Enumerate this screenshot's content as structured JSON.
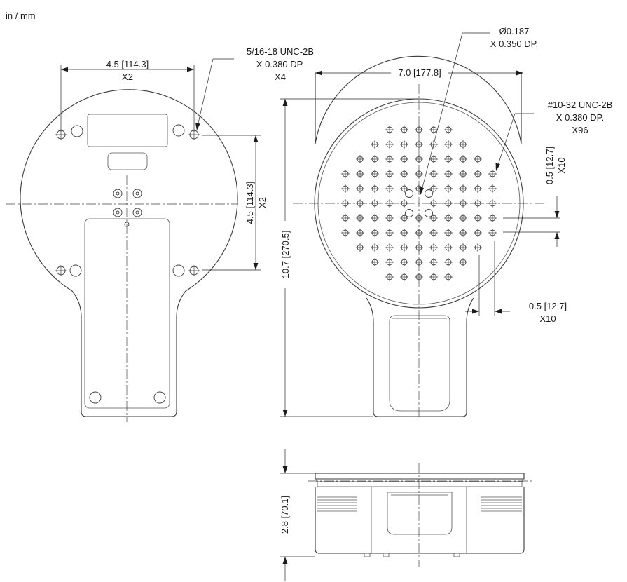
{
  "units_label": "in / mm",
  "front_view": {
    "bolt_spacing_h": "4.5 [114.3]",
    "bolt_spacing_h_count": "X2",
    "thread_line1": "5/16-18 UNC-2B",
    "thread_line2": "X 0.380 DP.",
    "thread_count": "X4",
    "bolt_spacing_v": "4.5 [114.3]",
    "bolt_spacing_v_count": "X2"
  },
  "top_view": {
    "width": "7.0 [177.8]",
    "height": "10.7 [270.5]",
    "pin_line1": "Ø0.187",
    "pin_line2": "X 0.350 DP.",
    "grid_line1": "#10-32 UNC-2B",
    "grid_line2": "X 0.380 DP.",
    "grid_count": "X96",
    "pitch_v": "0.5 [12.7]",
    "pitch_v_count": "X10",
    "pitch_h": "0.5 [12.7]",
    "pitch_h_count": "X10"
  },
  "side_view": {
    "thickness": "2.8 [70.1]"
  }
}
